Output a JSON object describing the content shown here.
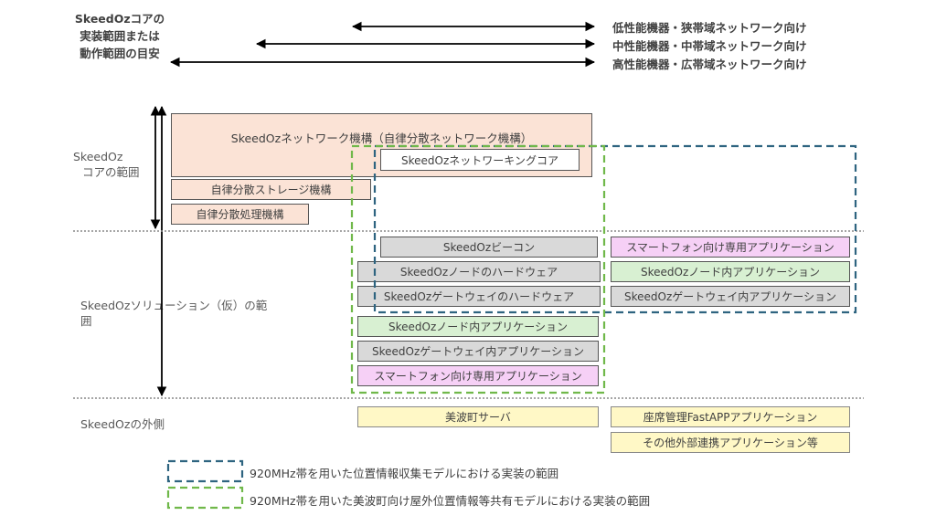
{
  "header": {
    "title_lines": [
      "SkeedOzコアの",
      "実装範囲または",
      "動作範囲の目安"
    ],
    "arrows": [
      {
        "label": "低性能機器・狭帯域ネットワーク向け"
      },
      {
        "label": "中性能機器・中帯域ネットワーク向け"
      },
      {
        "label": "高性能機器・広帯域ネットワーク向け"
      }
    ]
  },
  "sections": {
    "core_lines": [
      "SkeedOz",
      "コアの範囲"
    ],
    "solution_lines": [
      "SkeedOzソリューション（仮）の範",
      "囲"
    ],
    "outside": "SkeedOzの外側"
  },
  "boxes": {
    "network_mechanism": "SkeedOzネットワーク機構（自律分散ネットワーク機構）",
    "networking_core": "SkeedOzネットワーキングコア",
    "storage": "自律分散ストレージ機構",
    "processing": "自律分散処理機構",
    "beacon": "SkeedOzビーコン",
    "node_hw": "SkeedOzノードのハードウェア",
    "gateway_hw": "SkeedOzゲートウェイのハードウェア",
    "node_app_left": "SkeedOzノード内アプリケーション",
    "gateway_app_left": "SkeedOzゲートウェイ内アプリケーション",
    "smartphone_left": "スマートフォン向け専用アプリケーション",
    "smartphone_right": "スマートフォン向け専用アプリケーション",
    "node_app_right": "SkeedOzノード内アプリケーション",
    "gateway_app_right": "SkeedOzゲートウェイ内アプリケーション",
    "minami_server": "美波町サーバ",
    "fastapp": "座席管理FastAPPアプリケーション",
    "other_apps": "その他外部連携アプリケーション等"
  },
  "legend": {
    "blue": "920MHz帯を用いた位置情報収集モデルにおける実装の範囲",
    "green": "920MHz帯を用いた美波町向け屋外位置情報等共有モデルにおける実装の範囲"
  },
  "colors": {
    "blue_dash": "#2e6480",
    "green_dash": "#70b84a"
  }
}
